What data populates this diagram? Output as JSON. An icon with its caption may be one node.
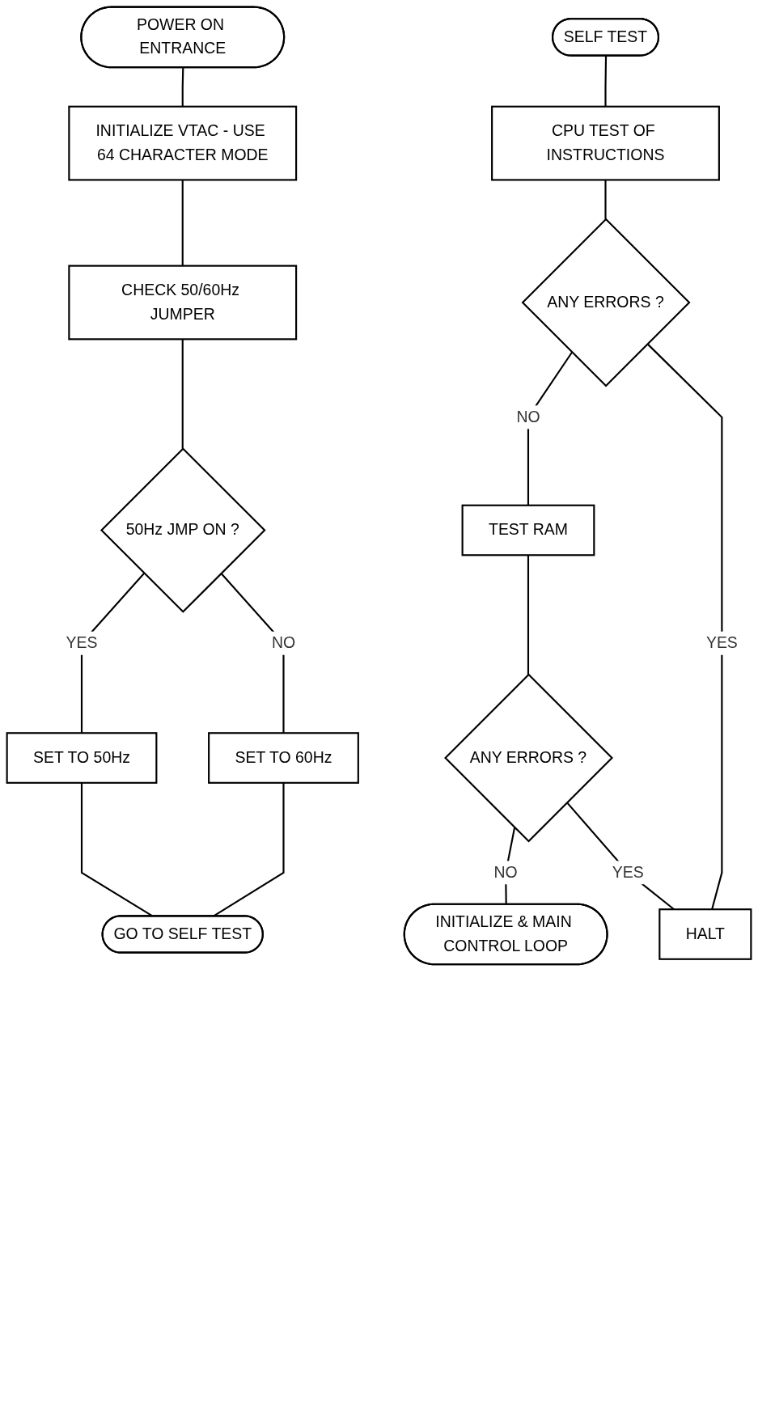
{
  "diagram": {
    "nodes": [
      {
        "text": [
          "POWER ON ENTRANCE"
        ]
      },
      {
        "text": [
          "INITIALIZE VTAC - USE 64 CHARACTER MODE"
        ]
      },
      {
        "text": [
          "CHECK 50/60Hz JUMPER"
        ]
      },
      {
        "text": [
          "50Hz JMP ON ?"
        ]
      },
      {
        "text": [
          "SET TO 50Hz"
        ]
      },
      {
        "text": [
          "SET TO 60Hz"
        ]
      },
      {
        "text": [
          "GO TO SELF TEST"
        ]
      },
      {
        "text": [
          "SELF TEST"
        ]
      },
      {
        "text": [
          "CPU TEST OF INSTRUCTIONS"
        ]
      },
      {
        "text": [
          "ANY ERRORS ?"
        ]
      },
      {
        "text": [
          "TEST RAM"
        ]
      },
      {
        "text": [
          "ANY ERRORS ?"
        ]
      },
      {
        "text": [
          "HALT"
        ]
      },
      {
        "text": [
          "INITIALIZE & MAIN CONTROL LOOP"
        ]
      }
    ],
    "edges": [
      {
        "from": 0,
        "to": 1,
        "arrow": "none"
      },
      {
        "from": 1,
        "to": 2,
        "arrow": "none"
      },
      {
        "from": 2,
        "to": 3,
        "arrow": "none"
      },
      {
        "from": 3,
        "to": 4,
        "arrow": "none",
        "label": "YES"
      },
      {
        "from": 3,
        "to": 5,
        "arrow": "none",
        "label": "NO"
      },
      {
        "from": 4,
        "to": 6,
        "arrow": "none"
      },
      {
        "from": 5,
        "to": 6,
        "arrow": "none"
      },
      {
        "from": 7,
        "to": 8,
        "arrow": "none"
      },
      {
        "from": 8,
        "to": 9,
        "arrow": "none"
      },
      {
        "from": 9,
        "to": 10,
        "arrow": "none",
        "label": "NO"
      },
      {
        "from": 9,
        "to": 12,
        "arrow": "none",
        "label": "YES"
      },
      {
        "from": 10,
        "to": 11,
        "arrow": "none"
      },
      {
        "from": 11,
        "to": 13,
        "arrow": "none",
        "label": "NO"
      },
      {
        "from": 11,
        "to": 12,
        "arrow": "none",
        "label": "YES"
      }
    ]
  }
}
